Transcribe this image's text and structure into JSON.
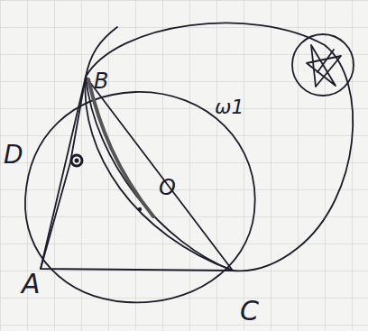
{
  "diagram": {
    "labels": [
      "A",
      "C",
      "D",
      "B",
      "O",
      "ω1"
    ]
  }
}
